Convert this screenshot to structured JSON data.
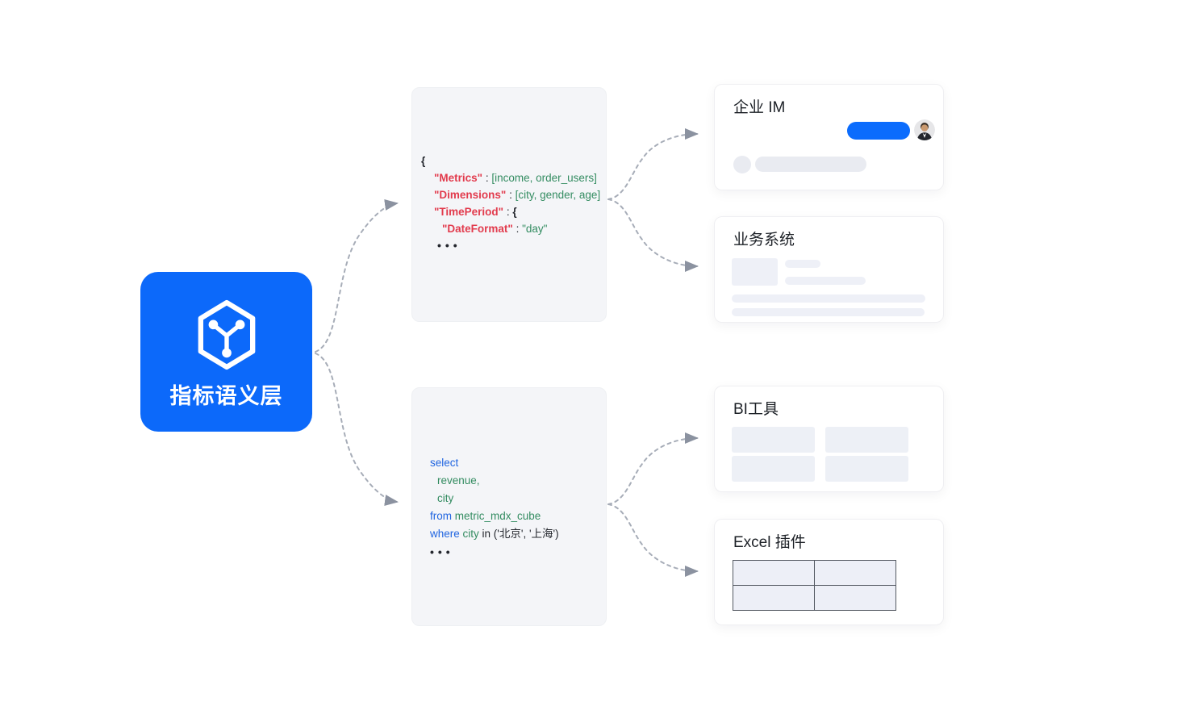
{
  "root_node": {
    "label": "指标语义层",
    "accent_color": "#0c69fa"
  },
  "code_json": {
    "lines": [
      [
        {
          "t": "{"
        }
      ],
      [
        {
          "t": "\"Metrics\""
        },
        {
          "t": " : "
        },
        {
          "t": "[income, order_users]"
        }
      ],
      [
        {
          "t": "\"Dimensions\""
        },
        {
          "t": " : "
        },
        {
          "t": "[city, gender, age]"
        }
      ],
      [
        {
          "t": "\"TimePeriod\""
        },
        {
          "t": " : "
        },
        {
          "t": "{"
        }
      ],
      [
        {
          "t": "\"DateFormat\""
        },
        {
          "t": " : "
        },
        {
          "t": "\"day\""
        }
      ],
      [
        {
          "t": "•••"
        }
      ]
    ],
    "syntax_colors": {
      "key": "#e23b4d",
      "value": "#338c61",
      "punctuation": "#23262d"
    }
  },
  "code_sql": {
    "lines": [
      [
        {
          "t": "select"
        }
      ],
      [
        {
          "t": "revenue,"
        }
      ],
      [
        {
          "t": "city"
        }
      ],
      [
        {
          "t": "from"
        },
        {
          "t": " metric_mdx_cube"
        }
      ],
      [
        {
          "t": "where"
        },
        {
          "t": " city"
        },
        {
          "t": " in ('北京', '上海')"
        }
      ],
      [
        {
          "t": "•••"
        }
      ]
    ],
    "syntax_colors": {
      "keyword": "#2065e0",
      "identifier": "#338c61",
      "plain": "#23262d"
    }
  },
  "cards": {
    "im": {
      "title": "企业 IM"
    },
    "biz": {
      "title": "业务系统"
    },
    "bi": {
      "title": "BI工具"
    },
    "excel": {
      "title": "Excel 插件"
    }
  },
  "connectors": {
    "dash_color": "#a7adb8",
    "arrow_color": "#8b92a0"
  }
}
